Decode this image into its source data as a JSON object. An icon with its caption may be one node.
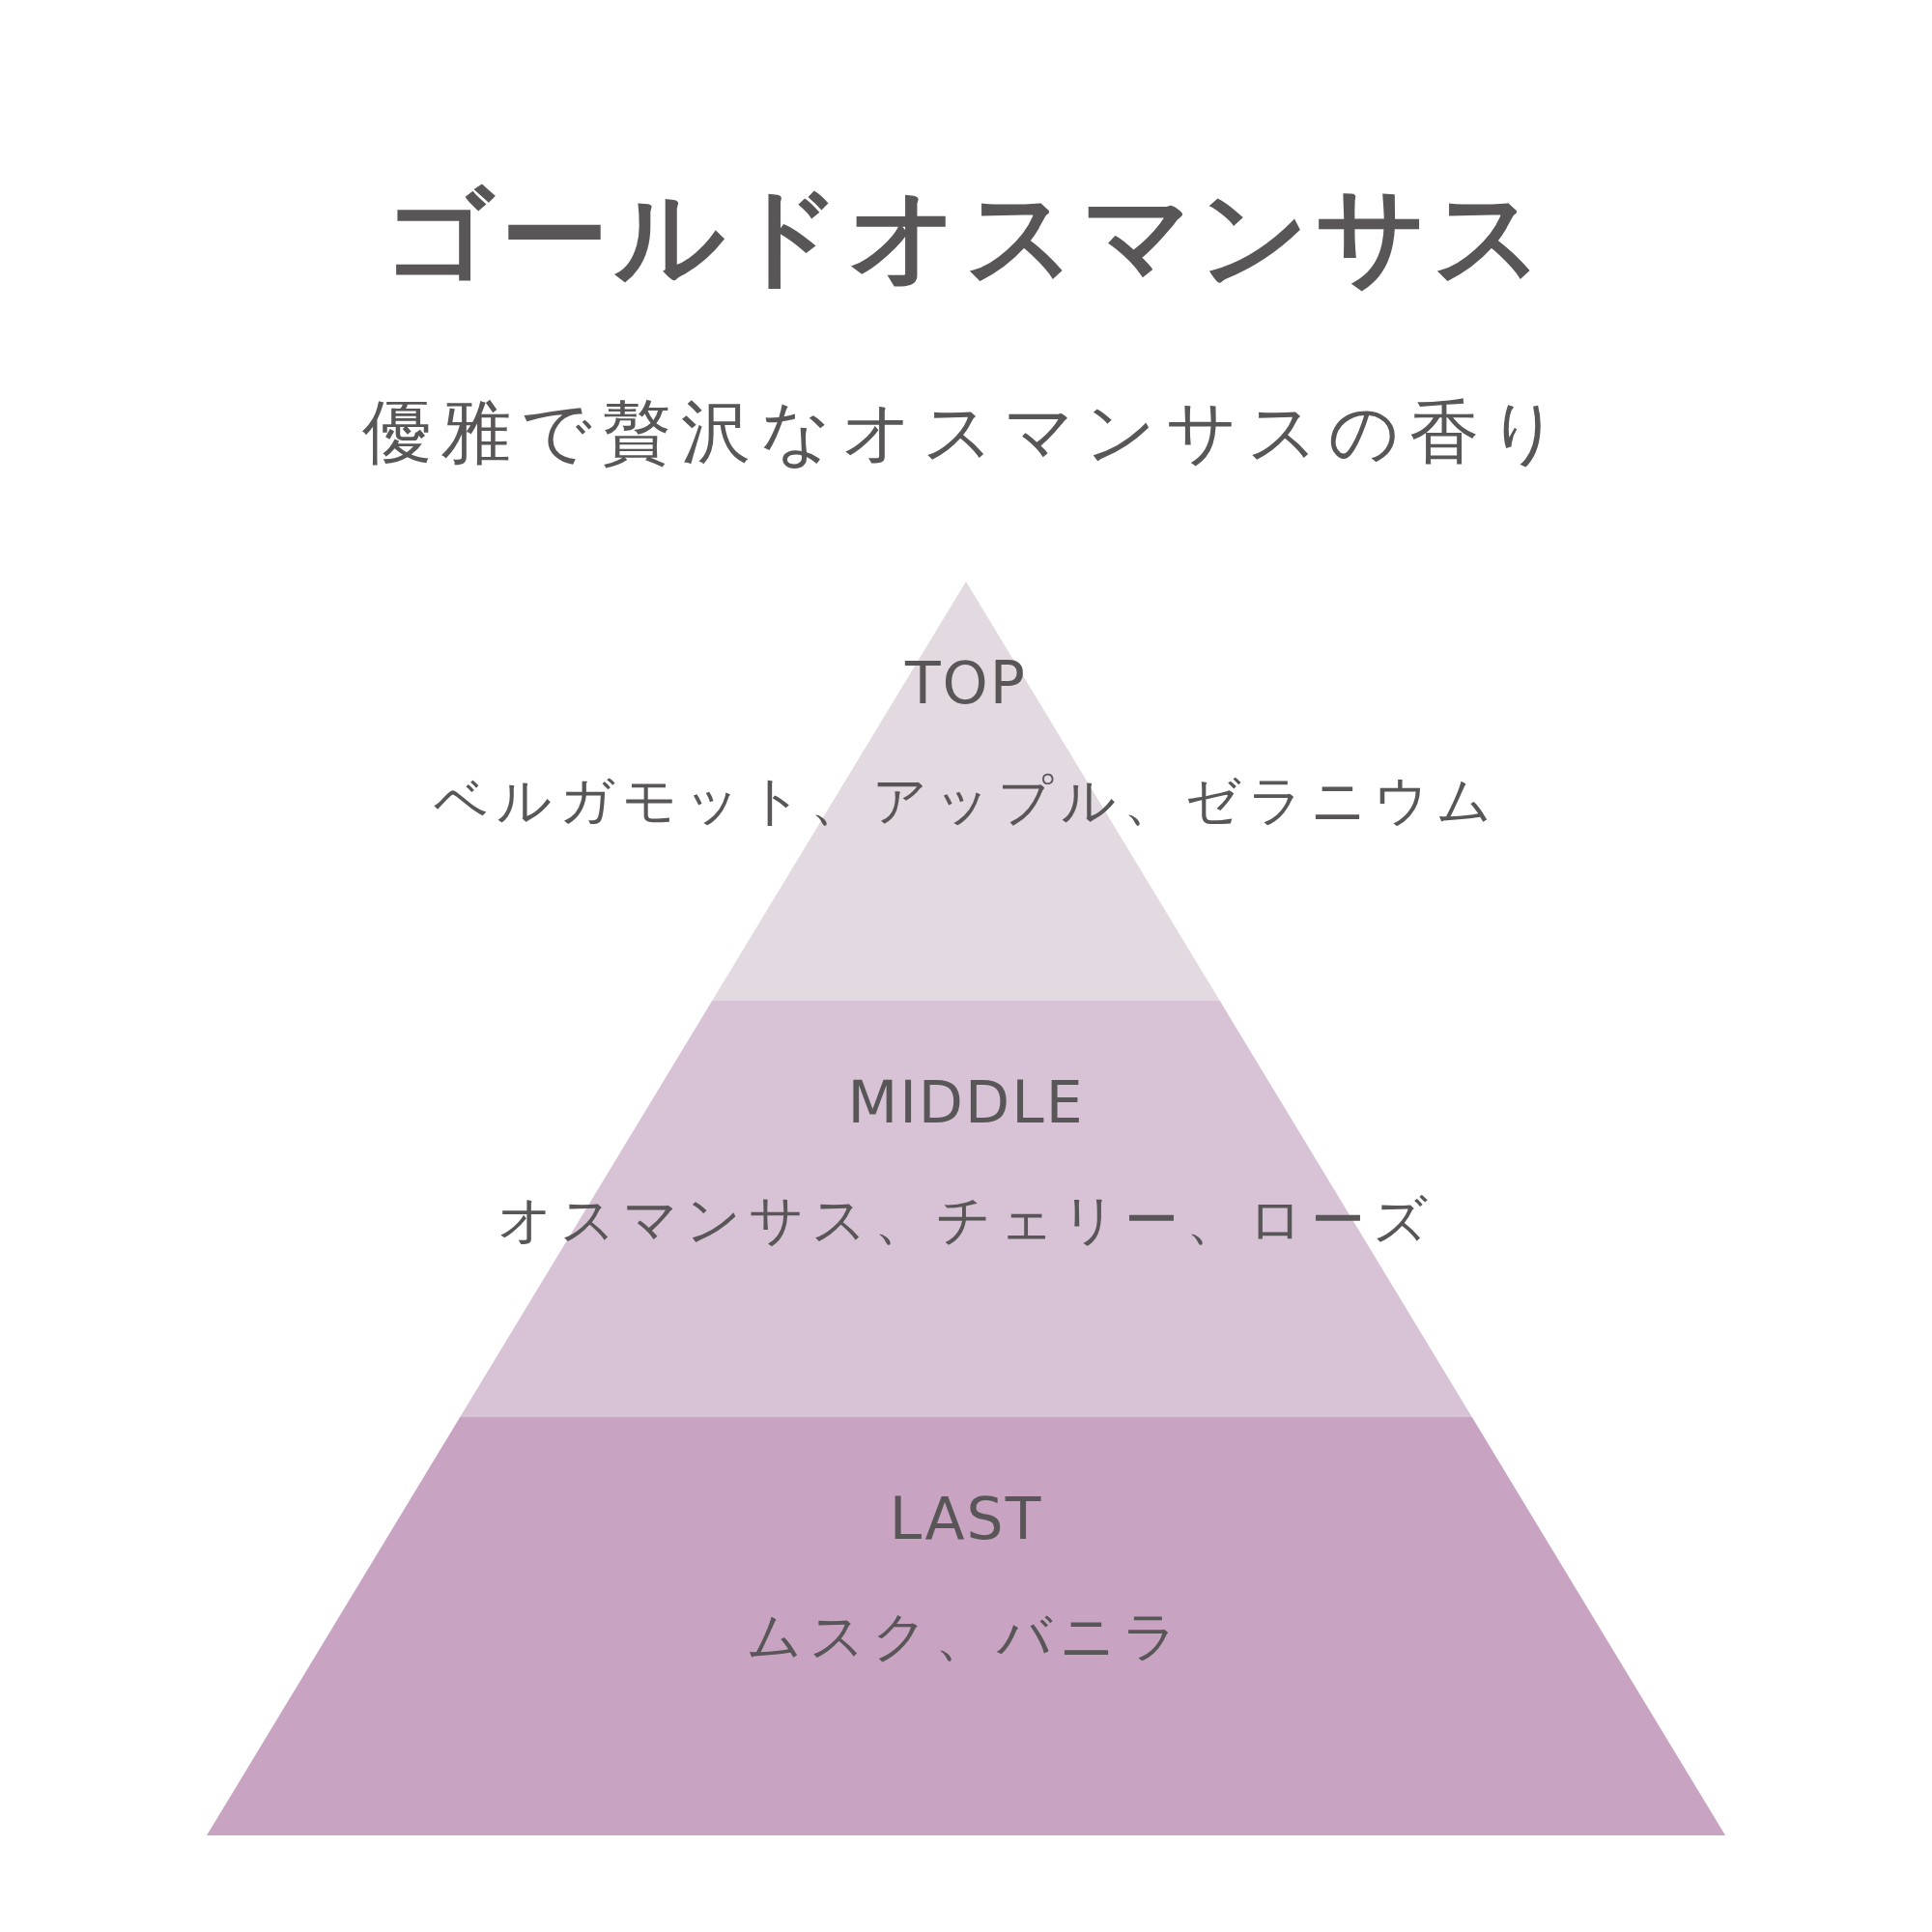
{
  "diagram": {
    "title": "ゴールドオスマンサス",
    "nodes": [
      {
        "text": [
          "TOP",
          "ベルガモット、アップル、ゼラニウム"
        ]
      },
      {
        "text": [
          "MIDDLE",
          "オスマンサス、チェリー、ローズ"
        ]
      },
      {
        "text": [
          "LAST",
          "ムスク、バニラ"
        ]
      }
    ],
    "labels": [
      "優雅で贅沢なオスマンサスの香り"
    ]
  }
}
